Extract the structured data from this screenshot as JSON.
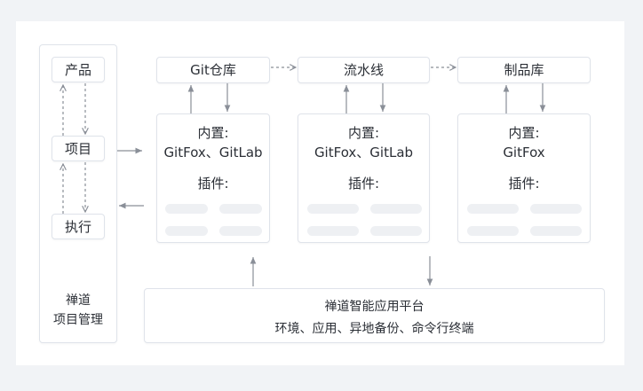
{
  "sidebar": {
    "product": "产品",
    "project": "项目",
    "execution": "执行",
    "caption_line1": "禅道",
    "caption_line2": "项目管理"
  },
  "pipeline_top": {
    "git_repo": "Git仓库",
    "pipeline": "流水线",
    "artifact_repo": "制品库"
  },
  "cards": [
    {
      "builtin_label": "内置:",
      "builtin_value": "GitFox、GitLab",
      "plugins_label": "插件:"
    },
    {
      "builtin_label": "内置:",
      "builtin_value": "GitFox、GitLab",
      "plugins_label": "插件:"
    },
    {
      "builtin_label": "内置:",
      "builtin_value": "GitFox",
      "plugins_label": "插件:"
    }
  ],
  "platform": {
    "title": "禅道智能应用平台",
    "subtitle": "环境、应用、异地备份、命令行终端"
  },
  "colors": {
    "border": "#dfe3ea",
    "arrow": "#8a8f98",
    "placeholder": "#eef0f3",
    "background": "#f1f3f6"
  }
}
